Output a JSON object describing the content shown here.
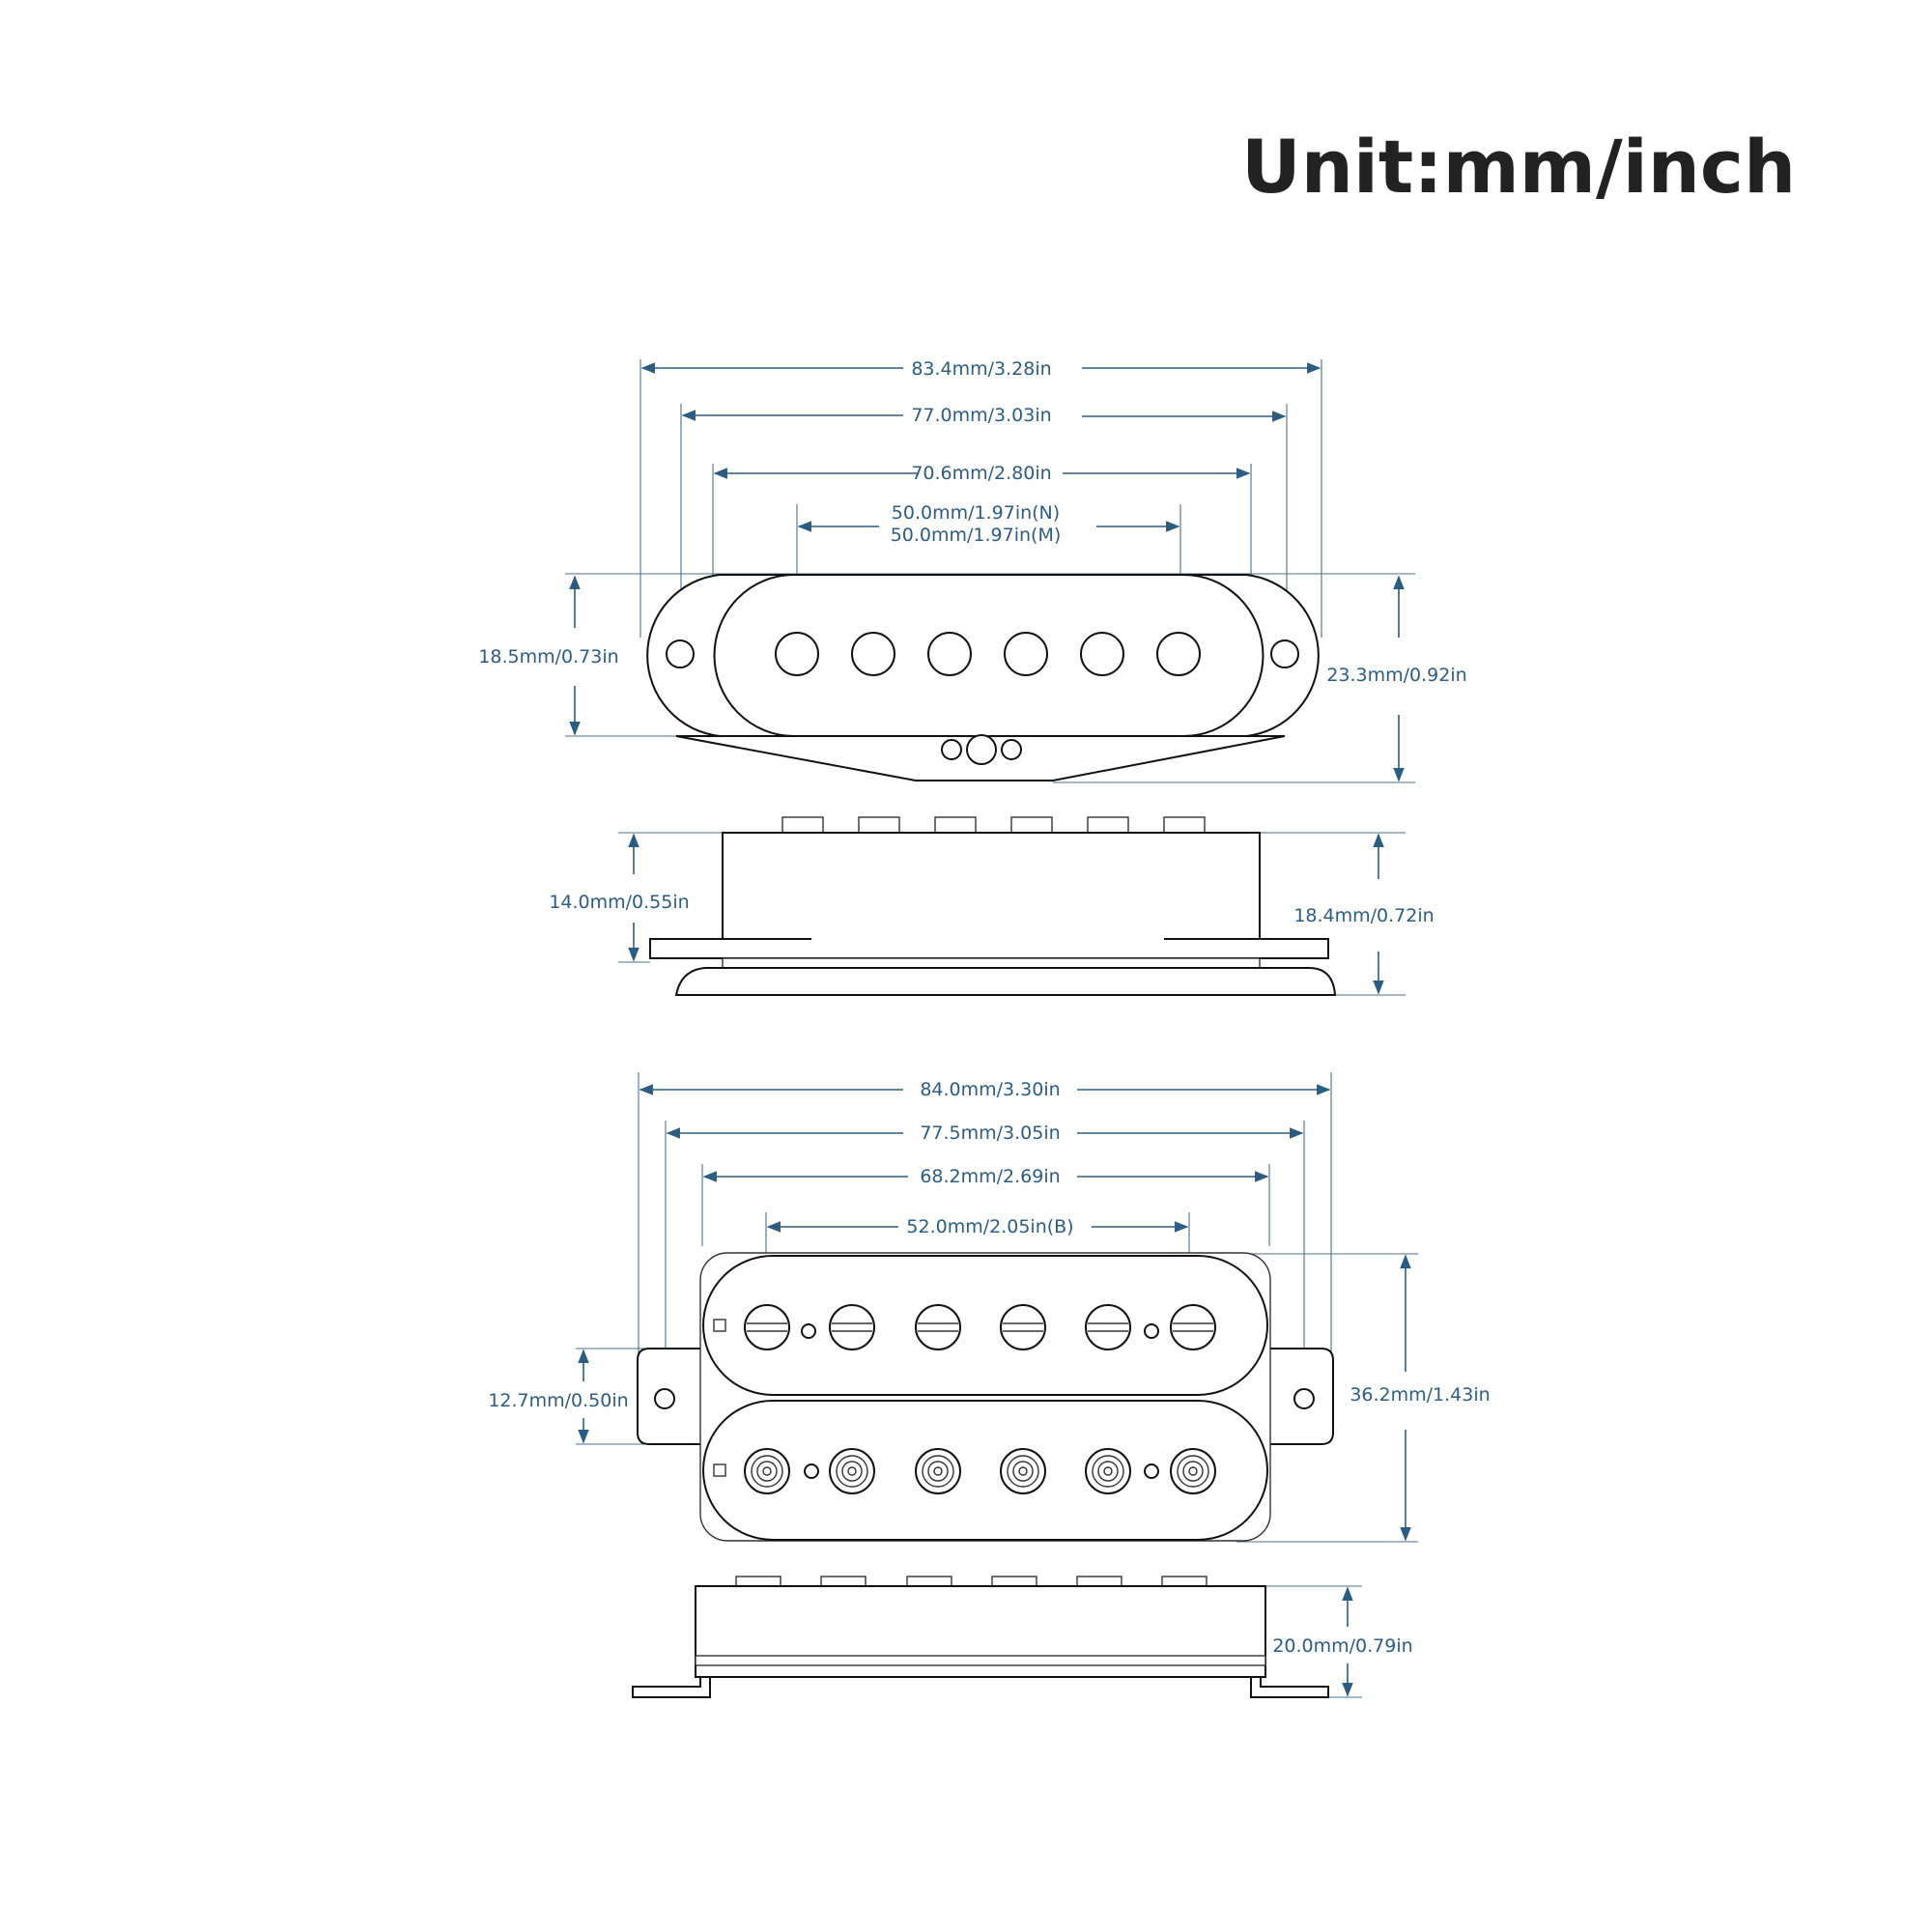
{
  "title": "Unit:mm/inch",
  "colors": {
    "dimension": "#2c5d80",
    "outline": "#111111",
    "title": "#222222"
  },
  "single_coil": {
    "top_view": {
      "overall_length": "83.4mm/3.28in",
      "mounting_holes_spacing": "77.0mm/3.03in",
      "body_length": "70.6mm/2.80in",
      "pole_spacing_neck": "50.0mm/1.97in(N)",
      "pole_spacing_middle": "50.0mm/1.97in(M)",
      "body_width": "18.5mm/0.73in",
      "total_width": "23.3mm/0.92in"
    },
    "side_view": {
      "body_height": "14.0mm/0.55in",
      "total_height": "18.4mm/0.72in"
    }
  },
  "humbucker": {
    "top_view": {
      "overall_length": "84.0mm/3.30in",
      "mounting_holes_spacing": "77.5mm/3.05in",
      "body_length": "68.2mm/2.69in",
      "pole_spacing_bridge": "52.0mm/2.05in(B)",
      "ear_width": "12.7mm/0.50in",
      "body_width": "36.2mm/1.43in"
    },
    "side_view": {
      "total_height": "20.0mm/0.79in"
    }
  }
}
